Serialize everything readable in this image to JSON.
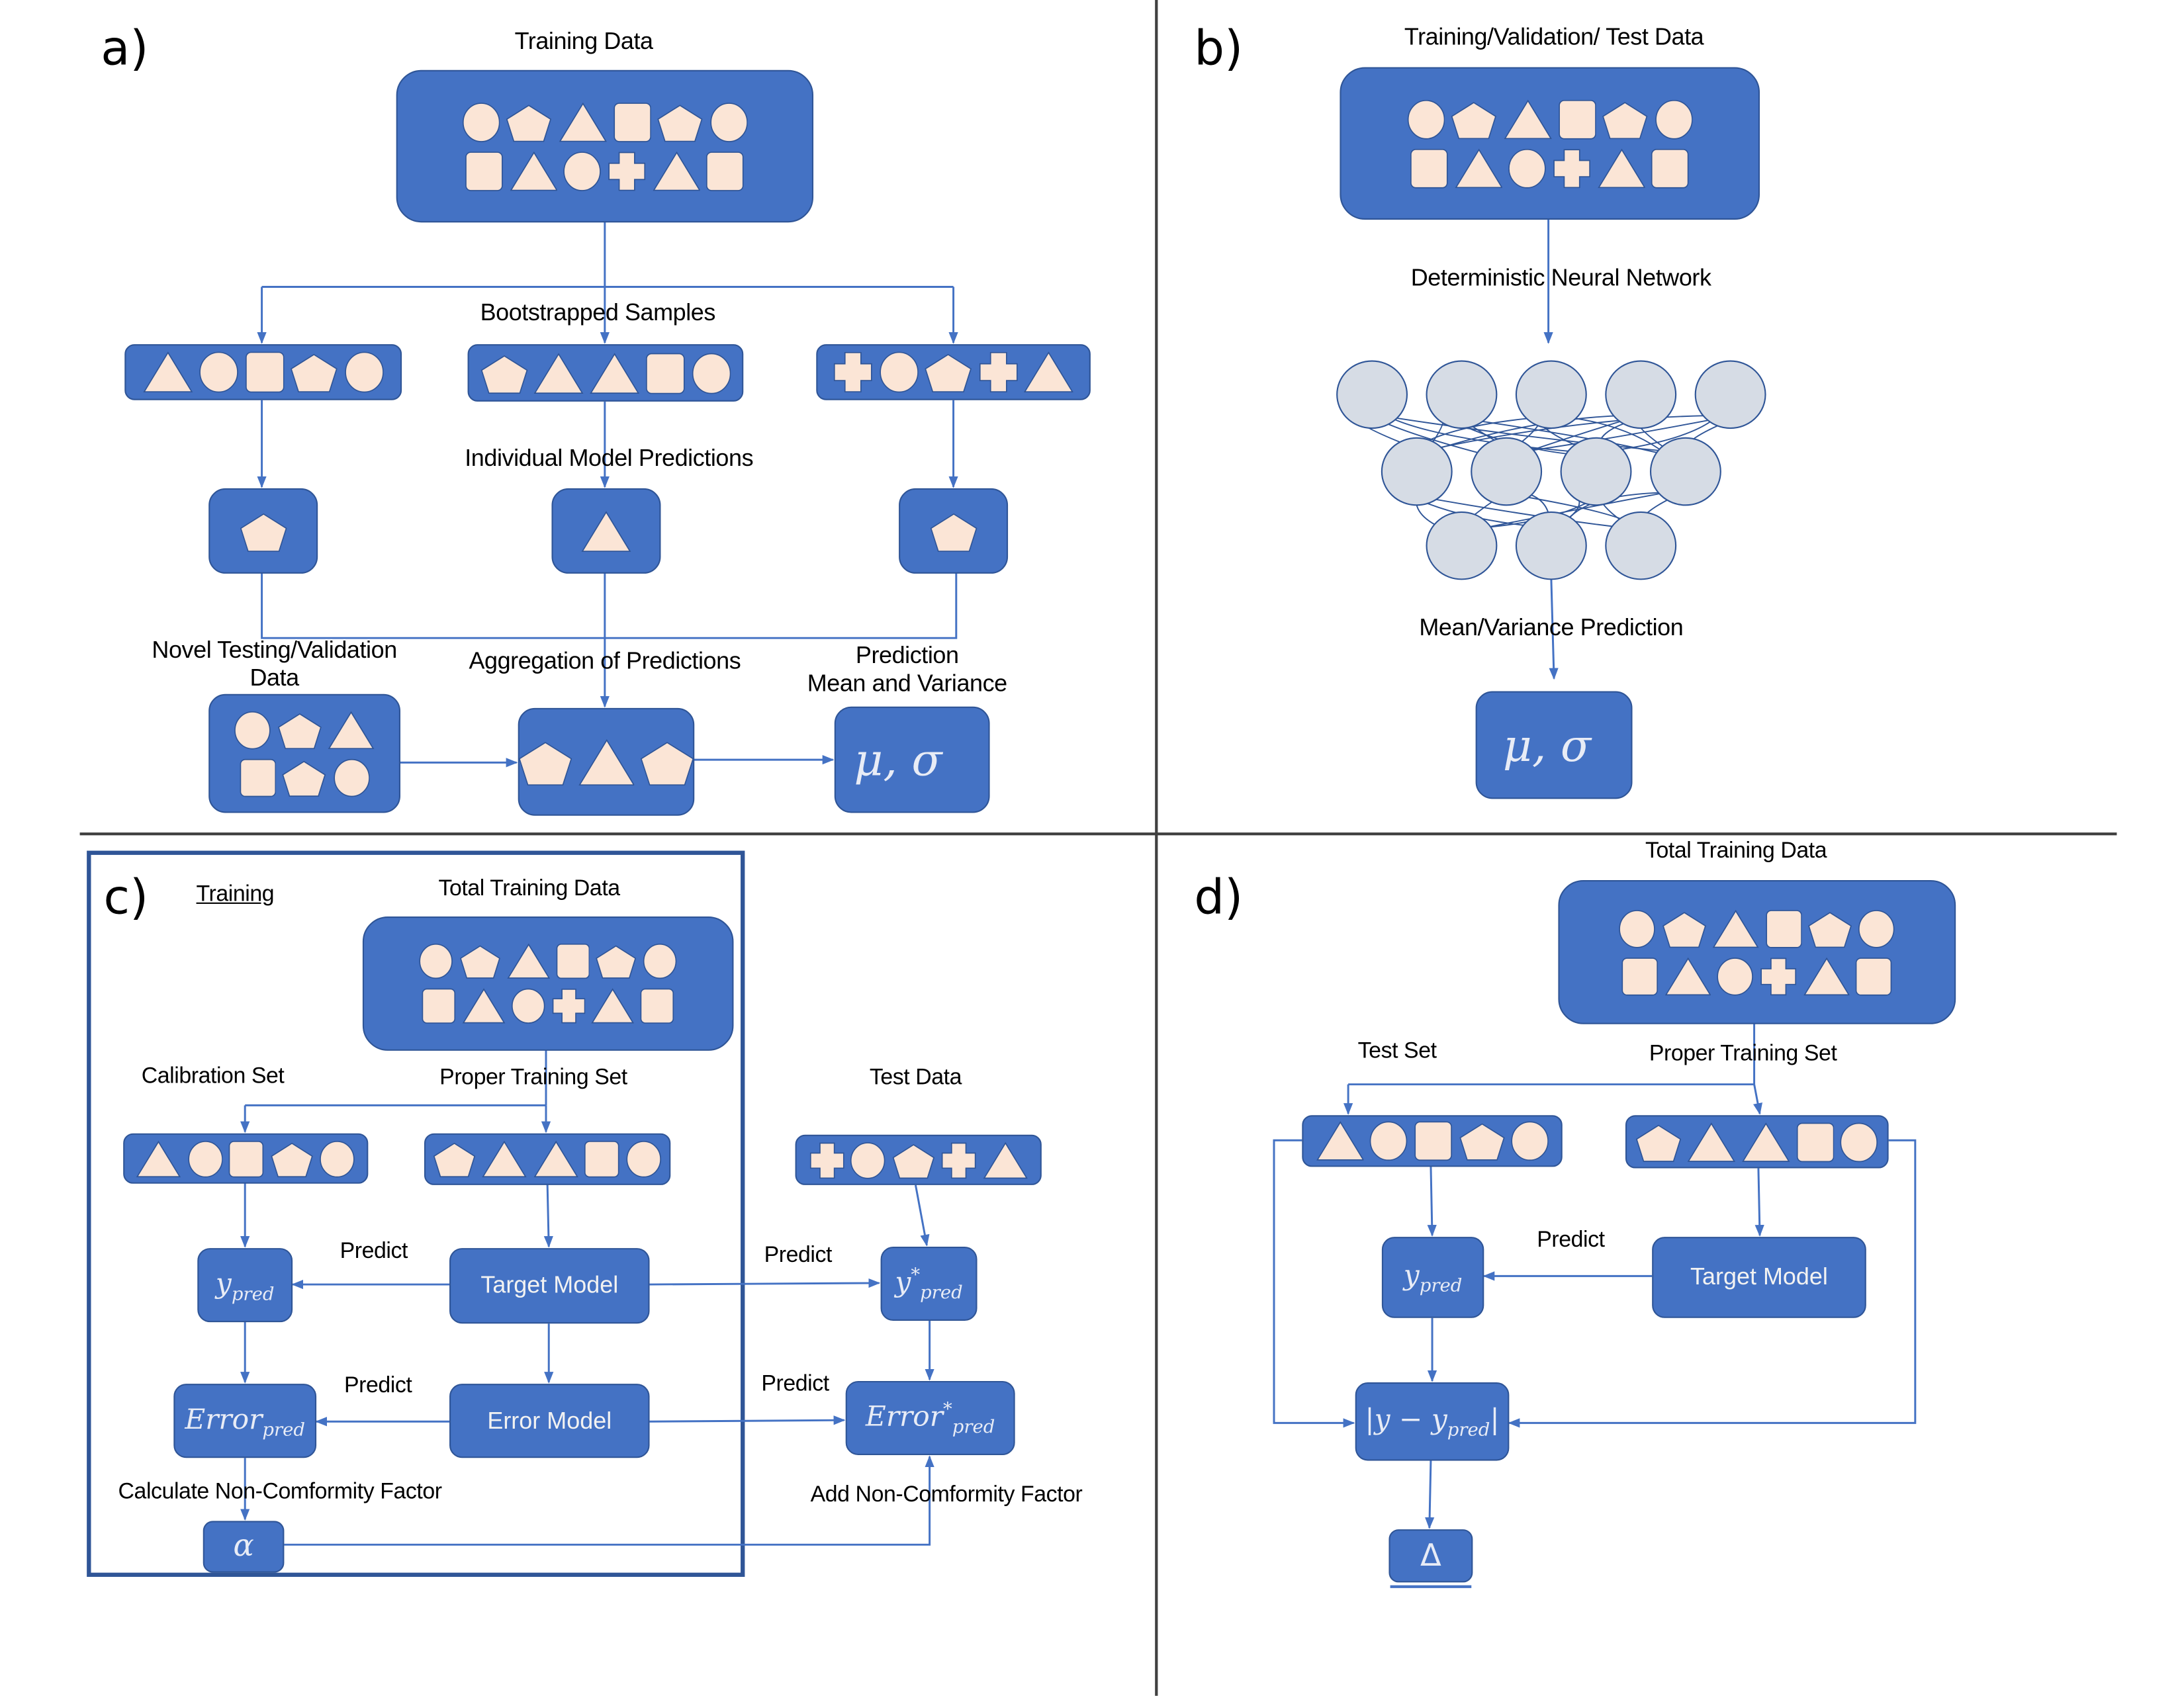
{
  "colors": {
    "box_fill": "#4472C4",
    "box_border": "#2F5597",
    "shape_fill": "#FBE5D6",
    "shape_stroke": "#2F5597",
    "arrow": "#4472C4",
    "node_fill": "#D6DCE5",
    "node_stroke": "#2F5597",
    "divider": "#404040"
  },
  "panel_a": {
    "letter": "a)",
    "training_title": "Training Data",
    "training_shapes": [
      [
        "circle",
        "pentagon",
        "triangle",
        "square",
        "pentagon",
        "circle"
      ],
      [
        "square",
        "triangle",
        "circle",
        "cross",
        "triangle",
        "square"
      ]
    ],
    "bootstrapped_title": "Bootstrapped Samples",
    "samples": [
      [
        "triangle",
        "circle",
        "square",
        "pentagon",
        "circle"
      ],
      [
        "pentagon",
        "triangle",
        "triangle",
        "square",
        "circle"
      ],
      [
        "cross",
        "circle",
        "pentagon",
        "cross",
        "triangle"
      ]
    ],
    "predictions_title": "Individual Model Predictions",
    "predictions": [
      "pentagon",
      "triangle",
      "pentagon"
    ],
    "novel_title_line1": "Novel Testing/Validation",
    "novel_title_line2": "Data",
    "novel_shapes": [
      [
        "circle",
        "pentagon",
        "triangle"
      ],
      [
        "square",
        "pentagon",
        "circle"
      ]
    ],
    "aggregation_title": "Aggregation of Predictions",
    "aggregation_shapes": [
      "pentagon",
      "triangle",
      "pentagon"
    ],
    "output_title_line1": "Prediction",
    "output_title_line2": "Mean and Variance",
    "output_value": "μ, σ"
  },
  "panel_b": {
    "letter": "b)",
    "data_title": "Training/Validation/ Test Data",
    "data_shapes": [
      [
        "circle",
        "pentagon",
        "triangle",
        "square",
        "pentagon",
        "circle"
      ],
      [
        "square",
        "triangle",
        "circle",
        "cross",
        "triangle",
        "square"
      ]
    ],
    "network_title": "Deterministic Neural Network",
    "network_layers": [
      5,
      4,
      3
    ],
    "output_title": "Mean/Variance Prediction",
    "output_value": "μ, σ"
  },
  "panel_c": {
    "letter": "c)",
    "training_label": "Training",
    "total_title": "Total Training Data",
    "total_shapes": [
      [
        "circle",
        "pentagon",
        "triangle",
        "square",
        "pentagon",
        "circle"
      ],
      [
        "square",
        "triangle",
        "circle",
        "cross",
        "triangle",
        "square"
      ]
    ],
    "calibration_title": "Calibration Set",
    "calibration_shapes": [
      "triangle",
      "circle",
      "square",
      "pentagon",
      "circle"
    ],
    "proper_title": "Proper Training Set",
    "proper_shapes": [
      "pentagon",
      "triangle",
      "triangle",
      "square",
      "circle"
    ],
    "test_title": "Test Data",
    "test_shapes": [
      "cross",
      "circle",
      "pentagon",
      "cross",
      "triangle"
    ],
    "ypred": {
      "base": "y",
      "sub": "pred"
    },
    "target_model": "Target Model",
    "ystar_pred": {
      "base": "y",
      "sup": "*",
      "sub": "pred"
    },
    "error_pred": {
      "base": "Error",
      "sub": "pred"
    },
    "error_model": "Error Model",
    "error_star_pred": {
      "base": "Error",
      "sup": "*",
      "sub": "pred"
    },
    "predict_label": "Predict",
    "calc_label": "Calculate Non-Comformity Factor",
    "alpha": "α",
    "add_label": "Add Non-Comformity Factor"
  },
  "panel_d": {
    "letter": "d)",
    "total_title": "Total Training Data",
    "total_shapes": [
      [
        "circle",
        "pentagon",
        "triangle",
        "square",
        "pentagon",
        "circle"
      ],
      [
        "square",
        "triangle",
        "circle",
        "cross",
        "triangle",
        "square"
      ]
    ],
    "test_title": "Test Set",
    "test_shapes": [
      "triangle",
      "circle",
      "square",
      "pentagon",
      "circle"
    ],
    "proper_title": "Proper Training Set",
    "proper_shapes": [
      "pentagon",
      "triangle",
      "triangle",
      "square",
      "circle"
    ],
    "ypred": {
      "base": "y",
      "sub": "pred"
    },
    "predict_label": "Predict",
    "target_model": "Target Model",
    "abs_error": {
      "prefix": "|y − ",
      "base": "y",
      "sub": "pred",
      "suffix": "|"
    },
    "delta": "Δ"
  }
}
